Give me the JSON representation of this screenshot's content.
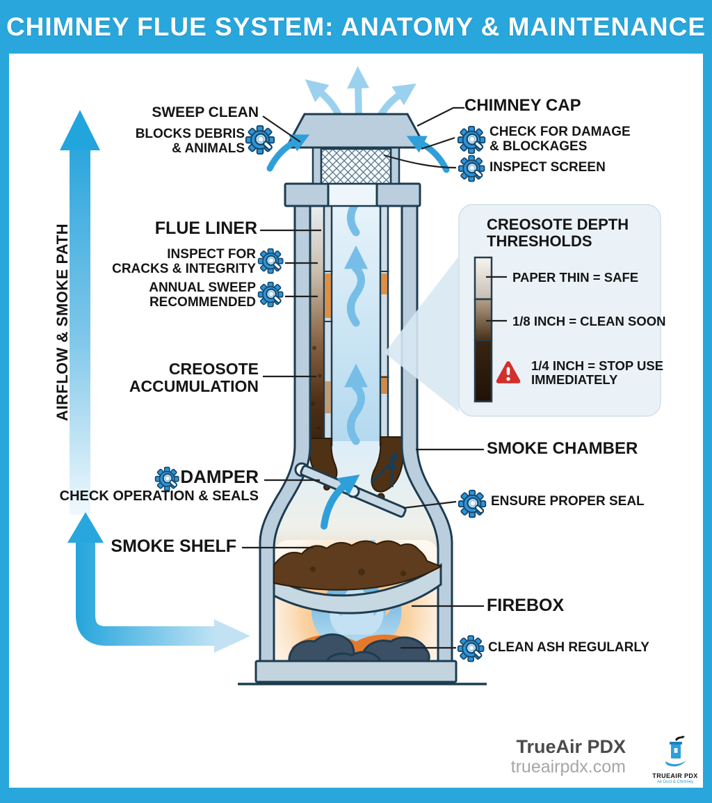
{
  "header": {
    "title": "CHIMNEY FLUE SYSTEM: ANATOMY & MAINTENANCE"
  },
  "airflow_label": "AIRFLOW & SMOKE PATH",
  "labels": {
    "sweep_clean": "SWEEP CLEAN",
    "blocks_debris": "BLOCKS DEBRIS\n& ANIMALS",
    "chimney_cap": "CHIMNEY CAP",
    "check_damage": "CHECK FOR DAMAGE\n& BLOCKAGES",
    "inspect_screen": "INSPECT SCREEN",
    "flue_liner": "FLUE LINER",
    "inspect_cracks": "INSPECT FOR\nCRACKS & INTEGRITY",
    "annual_sweep": "ANNUAL SWEEP\nRECOMMENDED",
    "creosote_accumulation": "CREOSOTE\nACCUMULATION",
    "smoke_chamber": "SMOKE CHAMBER",
    "damper": "DAMPER",
    "damper_note": "CHECK OPERATION & SEALS",
    "ensure_seal": "ENSURE PROPER SEAL",
    "smoke_shelf": "SMOKE SHELF",
    "firebox": "FIREBOX",
    "clean_ash": "CLEAN ASH REGULARLY"
  },
  "panel": {
    "title": "CREOSOTE DEPTH\nTHRESHOLDS",
    "items": [
      {
        "text": "PAPER THIN = SAFE",
        "warning": false
      },
      {
        "text": "1/8 INCH = CLEAN SOON",
        "warning": false
      },
      {
        "text": "1/4 INCH = STOP USE\nIMMEDIATELY",
        "warning": true
      }
    ]
  },
  "footer": {
    "brand": "TrueAir PDX",
    "website": "trueairpdx.com",
    "logo_name": "TRUEAIR PDX",
    "logo_tagline": "Air Duct & Chimney"
  },
  "icons": {
    "maintenance": "gear-magnifier-icon",
    "warning": "warning-triangle-icon",
    "flow": "flow-arrow-icon"
  },
  "colors": {
    "accent_blue": "#29a7dc",
    "outline_navy": "#1d3c50",
    "creosote_brown": "#5e3c1d",
    "warning_red": "#d2302c",
    "panel_bg": "#eaf2f7",
    "flame_blue": "#57a9da",
    "ember_orange": "#e5782d"
  }
}
